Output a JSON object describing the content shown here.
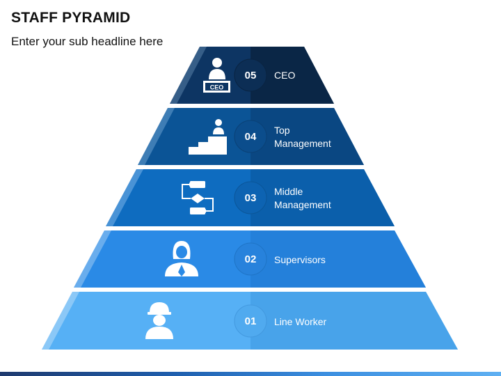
{
  "title": "STAFF PYRAMID",
  "subtitle": "Enter your sub headline here",
  "icons": {
    "level5": "ceo-icon",
    "level4": "podium-person-icon",
    "level3": "flowchart-icon",
    "level2": "woman-icon",
    "level1": "hardhat-worker-icon"
  },
  "levels": [
    {
      "number": "05",
      "label_lines": [
        "CEO"
      ],
      "color_left": "#0b2d55",
      "color_right": "#0a2848"
    },
    {
      "number": "04",
      "label_lines": [
        "Top",
        "Management"
      ],
      "color_left": "#0b5496",
      "color_right": "#0a4a86"
    },
    {
      "number": "03",
      "label_lines": [
        "Middle",
        "Management"
      ],
      "color_left": "#0e6cc0",
      "color_right": "#0c61ad"
    },
    {
      "number": "02",
      "label_lines": [
        "Supervisors"
      ],
      "color_left": "#2a8ae6",
      "color_right": "#2580d8"
    },
    {
      "number": "01",
      "label_lines": [
        "Line Worker"
      ],
      "color_left": "#56b0f5",
      "color_right": "#4aa3eb"
    }
  ]
}
